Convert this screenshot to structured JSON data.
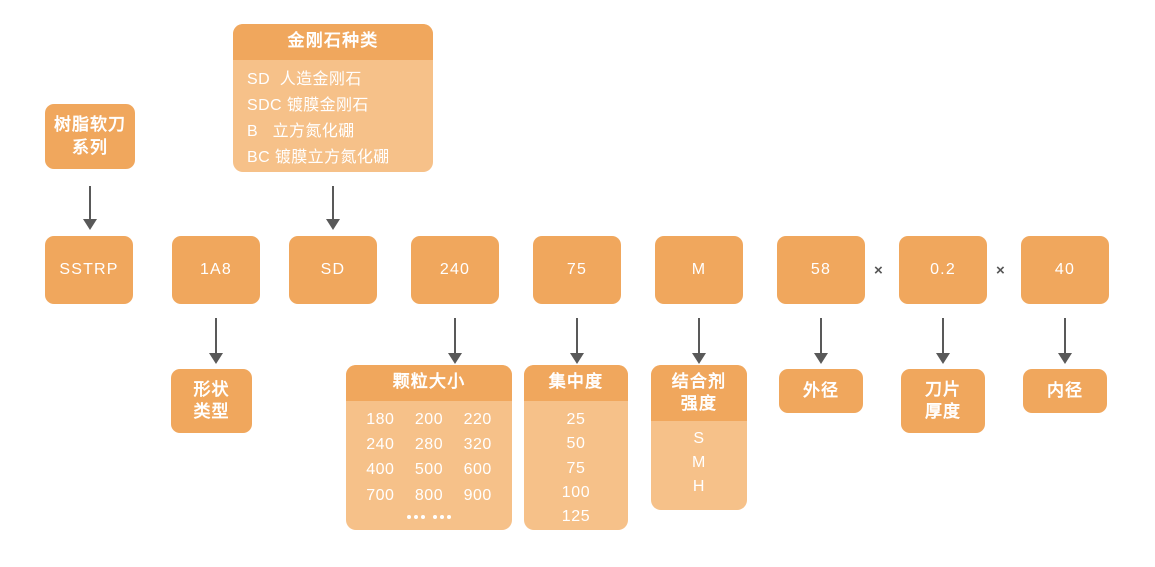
{
  "diagram": {
    "title_hidden": "",
    "series_box": {
      "lines": [
        "树脂软刀",
        "系列"
      ]
    },
    "diamond_panel": {
      "header": "金刚石种类",
      "items": [
        "SD  人造金刚石",
        "SDC 镀膜金刚石",
        "B   立方氮化硼",
        "BC 镀膜立方氮化硼"
      ]
    },
    "code_row": [
      {
        "name": "series-code",
        "value": "SSTRP"
      },
      {
        "name": "shape-code",
        "value": "1A8"
      },
      {
        "name": "abrasive-code",
        "value": "SD"
      },
      {
        "name": "grit-code",
        "value": "240"
      },
      {
        "name": "concentration-code",
        "value": "75"
      },
      {
        "name": "bond-code",
        "value": "M"
      },
      {
        "name": "outer-diameter-code",
        "value": "58"
      },
      {
        "name": "thickness-code",
        "value": "0.2"
      },
      {
        "name": "inner-diameter-code",
        "value": "40"
      }
    ],
    "separators": [
      "×",
      "×"
    ],
    "shape_box": {
      "lines": [
        "形状",
        "类型"
      ]
    },
    "grain_panel": {
      "header": "颗粒大小",
      "values": [
        "180",
        "200",
        "220",
        "240",
        "280",
        "320",
        "400",
        "500",
        "600",
        "700",
        "800",
        "900"
      ],
      "ellipsis": "......"
    },
    "concentration_panel": {
      "header": "集中度",
      "values": [
        "25",
        "50",
        "75",
        "100",
        "125"
      ]
    },
    "bond_panel": {
      "header": "结合剂\n强度",
      "header_lines": [
        "结合剂",
        "强度"
      ],
      "values": [
        "S",
        "M",
        "H"
      ]
    },
    "outer_diameter_box": {
      "label": "外径"
    },
    "thickness_box": {
      "lines": [
        "刀片",
        "厚度"
      ]
    },
    "inner_diameter_box": {
      "label": "内径"
    },
    "colors": {
      "box_orange": "#f0a75d",
      "panel_light": "#f6c189",
      "text_white": "#ffffff",
      "arrow_gray": "#595959",
      "separator_gray": "#555555",
      "background": "#ffffff"
    }
  }
}
